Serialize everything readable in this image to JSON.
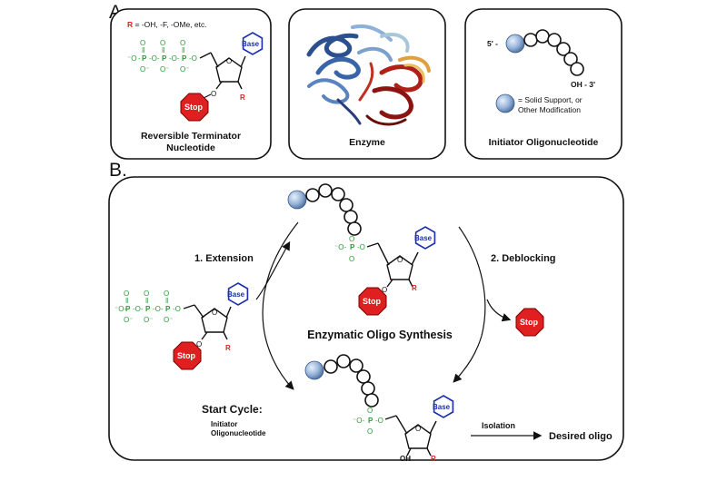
{
  "panel_a_label": "A.",
  "panel_b_label": "B.",
  "box1": {
    "r_label": "R",
    "r_text": " = -OH, -F, -OMe, etc.",
    "caption_line1": "Reversible Terminator",
    "caption_line2": "Nucleotide"
  },
  "box2": {
    "caption": "Enzyme"
  },
  "box3": {
    "five_prime": "5' -",
    "three_prime": "OH - 3'",
    "legend_line1": "= Solid Support, or",
    "legend_line2": "Other Modification",
    "caption": "Initiator Oligonucleotide"
  },
  "chem": {
    "base": "Base",
    "stop": "Stop",
    "R": "R",
    "P": "P",
    "O": "O",
    "Ominus": "O",
    "OH": "OH"
  },
  "cycle": {
    "step1": "1. Extension",
    "step2": "2. Deblocking",
    "center": "Enzymatic Oligo Synthesis",
    "start": "Start Cycle:",
    "start_sub1": "Initiator",
    "start_sub2": "Oligonucleotide",
    "isolation": "Isolation",
    "desired": "Desired oligo"
  },
  "colors": {
    "phosphate_green": "#2a9a3a",
    "stop_red": "#e02020",
    "base_blue": "#1a2fb0",
    "sphere_blue": "#8fb0d8"
  }
}
